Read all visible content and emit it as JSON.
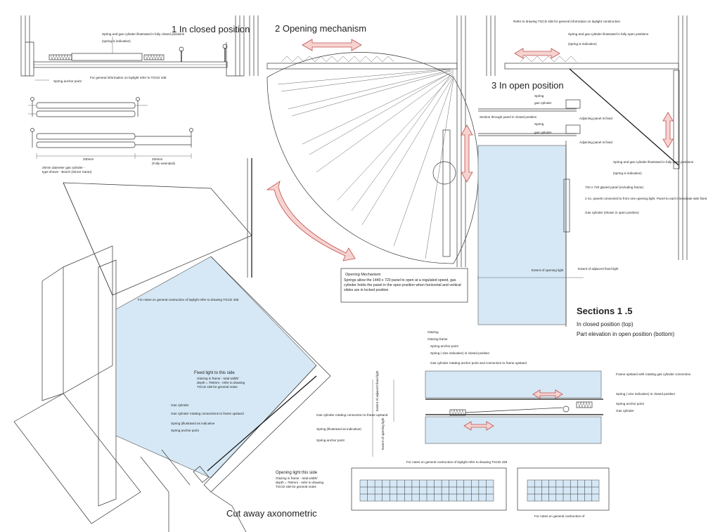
{
  "titles": {
    "closed": "1 In closed position",
    "mechanism": "2 Opening mechanism",
    "open": "3 In open position",
    "sections": "Sections 1 .5",
    "sections_sub1": "In closed position (top)",
    "sections_sub2": "Part elevation in open position (bottom)",
    "axo": "Cut away axonometric"
  },
  "closed_notes": {
    "spring_gas": "Spring and gas cylinder illustrated in fully closed positions",
    "spring_indicative": "(spring is indicative)",
    "general_info": "For general information on laylight refer to TGCD 438",
    "anchor": "Spring anchor point",
    "dim_a": "330mm",
    "dim_b": "200mm",
    "dim_b2": "(Fully extended)",
    "cyl_type1": "20mm diameter gas cylinder -",
    "cyl_type2": "type shown - Bosch (Stroer Xantu)"
  },
  "open_notes": {
    "refer": "Refer to drawing TGCD 438 for general information on laylight construction",
    "spring_gas": "Spring and gas cylinder illustrated in fully open positions",
    "spring_indicative": "(spring is indicative)",
    "spring": "Spring",
    "gas_cyl": "gas cylinder",
    "adjoining1": "Adjoining panel is fixed",
    "adjoining2": "Adjoining panel is fixed",
    "section_through": "Section through panel in closed position",
    "spring_gas2": "Spring and gas cylinder illustrated in fully open positions",
    "spring_indicative2": "(spring is indicative)",
    "glazed_panel": "720 x 720 glazed panel (including frame)",
    "panels_connected": "2 no. panels connected to from one opening light. Panel to each immediate side fixed",
    "gas_open": "Gas cylinder (shown in open position)",
    "extent_opening": "Extent of opening light",
    "extent_adjacent": "Extent of adjacent fixed light"
  },
  "mechanism_box": {
    "title": "Opening Mechanism",
    "body": "Springs allow the 1440 x 720 panel to open at a regulated speed, gas cylinder holds the panel in the open position when horizontal and vertical slides are in locked position"
  },
  "sections_notes": {
    "glazing": "Glazing",
    "glazing_frame": "Glazing frame",
    "spring_anchor": "Spring anchor point",
    "spring_size": "Spring ( size indicative) in closed position",
    "gas_rotating": "Gas cylinder rotating anchor point and connection to frame upstand",
    "frame_upstand": "Frame upstand with rotating gas cylinder connection",
    "spring_size2": "Spring ( size indicative) in closed position",
    "spring_anchor2": "Spring anchor point",
    "gas_cyl": "Gas cylinder",
    "extent_fixed": "Extent of adjacent fixed light",
    "extent_opening": "Extent of opening light"
  },
  "axo_notes": {
    "general": "For notes on general contruction of laylight refer to drawing TGCD 438",
    "fixed_side": "Fixed light to this side",
    "glazing_frame1": "Glazing in frame - total width/ depth = 760mm - refer to drawing TGCD 438 for general notes",
    "gas_cyl": "Gas cylinder",
    "gas_rot": "Gas cylinder rotating connections to frame upstand",
    "spring_ind": "Spring (illustrated as indicative",
    "spring_anchor": "Spring anchor point",
    "gas_rot2": "Gas cylinder rotating connection to frame upstand",
    "spring_ind2": "Spring (illustrated as indicative)",
    "spring_anchor2": "Spring anchor point",
    "opening_side": "Opening light this side",
    "glazing_frame2": "Glazing in frame - total width/ depth = 760mm - refer to drawing TGCD 438 for general notes"
  },
  "bottom_notes": {
    "left": "For notes on general contruction of laylight refer to drawing TGCD 438",
    "right": "For notes on general contruction of"
  },
  "colors": {
    "glass": "#d6e8f5",
    "arrow_fill": "#f6d3d0",
    "arrow_stroke": "#c0504d"
  }
}
